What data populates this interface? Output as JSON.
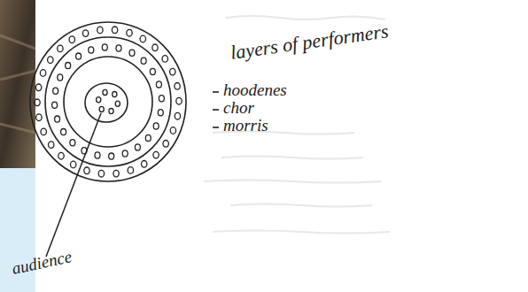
{
  "diagram": {
    "title": "layers of performers",
    "labels": [
      "hoodenes",
      "chor",
      "morris",
      "audience"
    ]
  }
}
